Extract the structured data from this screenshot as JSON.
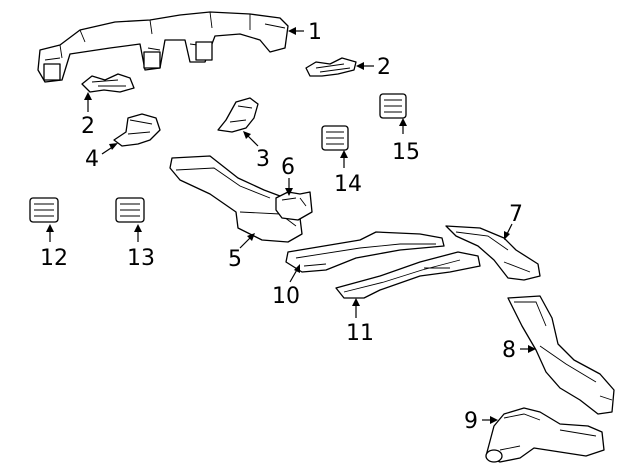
{
  "callouts": [
    {
      "id": "c1",
      "label": "1"
    },
    {
      "id": "c2a",
      "label": "2"
    },
    {
      "id": "c2b",
      "label": "2"
    },
    {
      "id": "c3",
      "label": "3"
    },
    {
      "id": "c4",
      "label": "4"
    },
    {
      "id": "c5",
      "label": "5"
    },
    {
      "id": "c6",
      "label": "6"
    },
    {
      "id": "c7",
      "label": "7"
    },
    {
      "id": "c8",
      "label": "8"
    },
    {
      "id": "c9",
      "label": "9"
    },
    {
      "id": "c10",
      "label": "10"
    },
    {
      "id": "c11",
      "label": "11"
    },
    {
      "id": "c12",
      "label": "12"
    },
    {
      "id": "c13",
      "label": "13"
    },
    {
      "id": "c14",
      "label": "14"
    },
    {
      "id": "c15",
      "label": "15"
    }
  ]
}
